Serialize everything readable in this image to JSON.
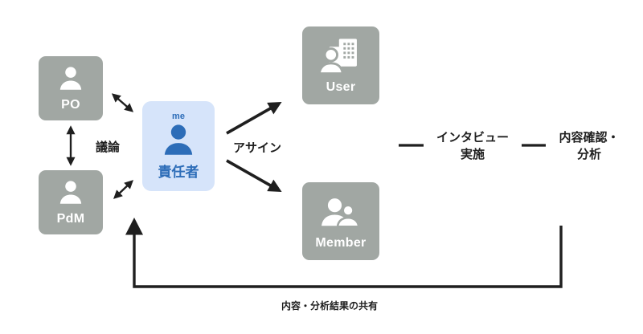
{
  "diagram_title": "interview-process-flow",
  "nodes": {
    "po": {
      "label": "PO"
    },
    "pdm": {
      "label": "PdM"
    },
    "owner": {
      "badge": "me",
      "label": "責任者"
    },
    "user": {
      "label": "User"
    },
    "member": {
      "label": "Member"
    }
  },
  "labels": {
    "discussion": "議論",
    "assign": "アサイン",
    "interview": "インタビュー\n実施",
    "analysis": "内容確認・\n分析",
    "share": "内容・分析結果の共有"
  },
  "colors": {
    "node_gray": "#A1A7A3",
    "owner_background": "#D6E4FA",
    "owner_accent": "#2D6DB8",
    "line_black": "#1F1F1F",
    "icon_white": "#FFFFFF"
  }
}
